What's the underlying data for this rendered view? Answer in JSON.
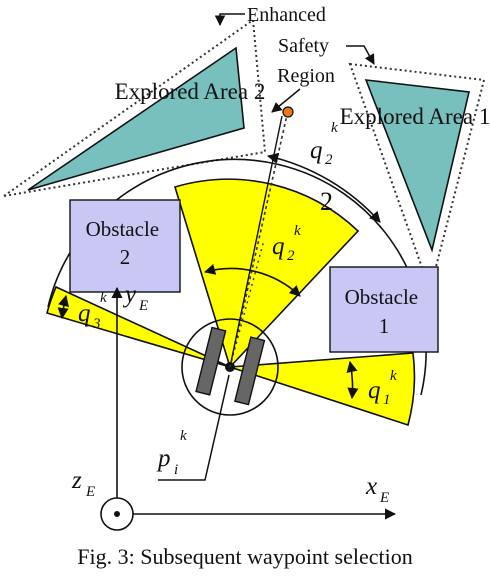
{
  "diagram": {
    "explored_area_1": "Explored Area 1",
    "explored_area_2": "Explored Area 2",
    "obstacle_1": [
      "Obstacle",
      "1"
    ],
    "obstacle_2": [
      "Obstacle",
      "2"
    ],
    "enhanced_label": "Enhanced",
    "safety_region_label": [
      "Safety",
      "Region"
    ],
    "sector_number": "2",
    "symbols": {
      "q1": {
        "base": "q",
        "sub": "1",
        "sup": "k"
      },
      "q2_outer": {
        "base": "q",
        "sub": "2",
        "sup": "k"
      },
      "q2_inner": {
        "base": "q",
        "sub": "2",
        "sup": "k"
      },
      "q3": {
        "base": "q",
        "sub": "3",
        "sup": "k"
      },
      "pi": {
        "base": "p",
        "sub": "i",
        "sup": "k"
      },
      "xE": {
        "base": "x",
        "sub": "E"
      },
      "yE": {
        "base": "y",
        "sub": "E"
      },
      "zE": {
        "base": "z",
        "sub": "E"
      }
    },
    "colors": {
      "sector_fill": "#ffff00",
      "explored_fill": "#77c0be",
      "obstacle_fill": "#c9c8f5",
      "waypoint": "#ee7722",
      "robot_body": "#666666"
    }
  },
  "caption": "Fig. 3: Subsequent waypoint selection"
}
